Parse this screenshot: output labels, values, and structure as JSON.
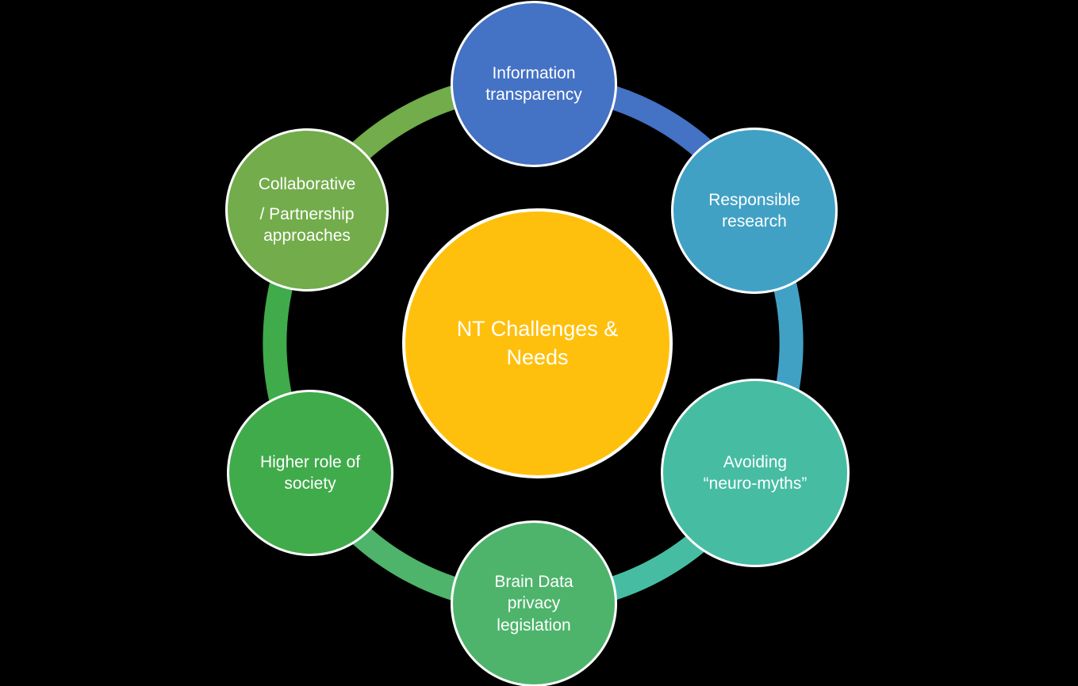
{
  "background_color": "#000000",
  "diagram": {
    "type": "cycle",
    "text_color": "#FFFFFF",
    "center": {
      "label": "NT Challenges &\nNeeds",
      "color": "#FFC00D"
    },
    "nodes": [
      {
        "id": "information-transparency",
        "label": "Information\ntransparency",
        "color": "#4472C4"
      },
      {
        "id": "responsible-research",
        "label": "Responsible\nresearch",
        "color": "#41A1C5"
      },
      {
        "id": "avoiding-neuro-myths",
        "label": "Avoiding\n“neuro-myths”",
        "color": "#46BDA3"
      },
      {
        "id": "brain-data-privacy-legislation",
        "label": "Brain Data\nprivacy\nlegislation",
        "color": "#4EB46B"
      },
      {
        "id": "higher-role-of-society",
        "label": "Higher role of\nsociety",
        "color": "#40AB4B"
      },
      {
        "id": "collaborative-partnership-approaches",
        "label": "Collaborative",
        "label2": "/ Partnership\napproaches",
        "color": "#72AC4B"
      }
    ],
    "arcs": [
      {
        "from": "information-transparency",
        "to": "responsible-research",
        "color": "#4472C4"
      },
      {
        "from": "responsible-research",
        "to": "avoiding-neuro-myths",
        "color": "#41A1C5"
      },
      {
        "from": "avoiding-neuro-myths",
        "to": "brain-data-privacy-legislation",
        "color": "#46BDA3"
      },
      {
        "from": "brain-data-privacy-legislation",
        "to": "higher-role-of-society",
        "color": "#4EB46B"
      },
      {
        "from": "higher-role-of-society",
        "to": "collaborative-partnership-approaches",
        "color": "#40AB4B"
      },
      {
        "from": "collaborative-partnership-approaches",
        "to": "information-transparency",
        "color": "#72AC4B"
      }
    ]
  }
}
